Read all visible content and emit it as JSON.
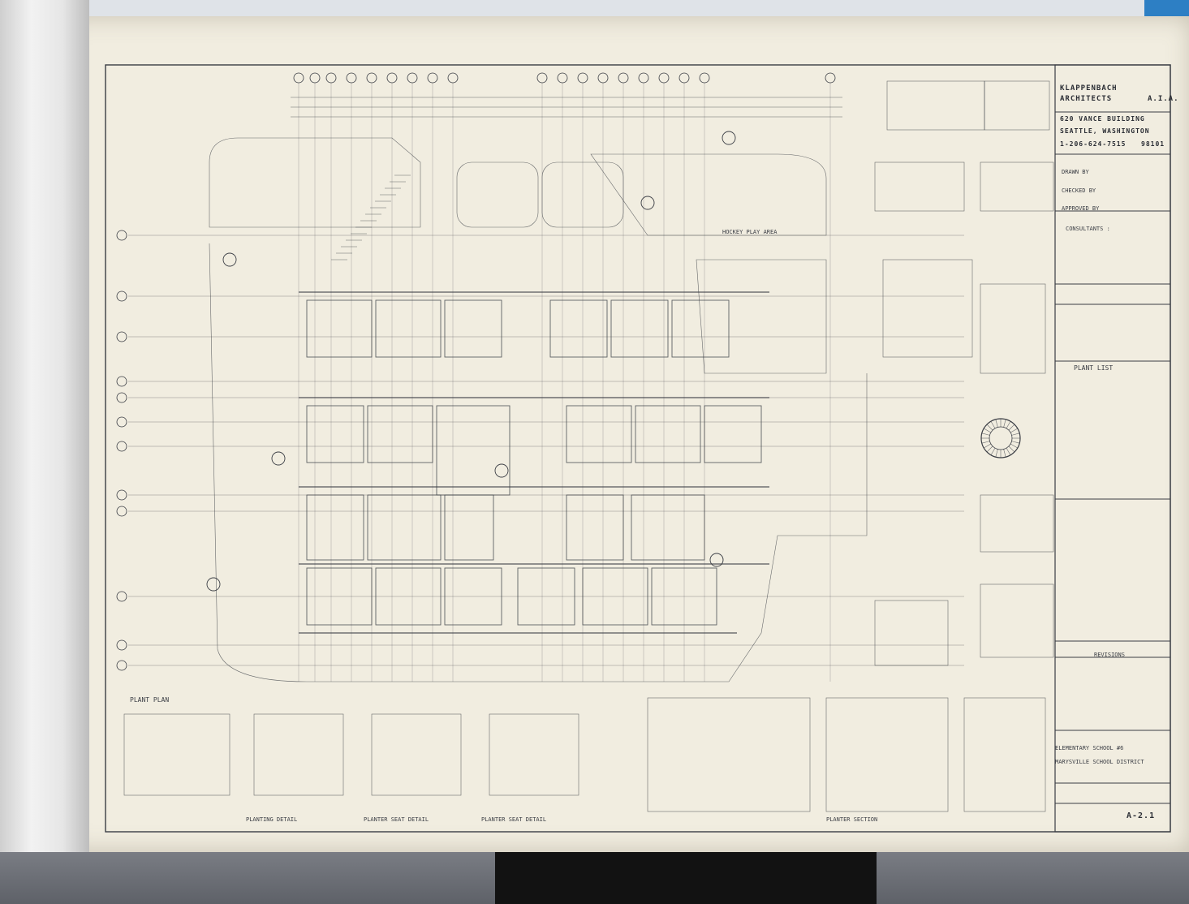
{
  "title_block": {
    "firm_line1": "KLAPPENBACH",
    "firm_line2": "ARCHITECTS",
    "firm_suffix": "A.I.A.",
    "address_line1": "620 VANCE BUILDING",
    "address_line2": "SEATTLE, WASHINGTON",
    "phone": "1-206-624-7515",
    "zip": "98101",
    "drawn_by": "DRAWN BY",
    "checked_by": "CHECKED BY",
    "approved_by": "APPROVED BY",
    "consultants": "CONSULTANTS :",
    "plant_list": "PLANT LIST",
    "revisions": "REVISIONS",
    "project_line1": "ELEMENTARY SCHOOL #6",
    "project_line2": "MARYSVILLE SCHOOL DISTRICT",
    "sheet_number": "A-2.1"
  },
  "drawing_labels": {
    "plan_title": "PLANT PLAN",
    "planting_detail": "PLANTING DETAIL",
    "planter_seat_detail_1": "PLANTER SEAT DETAIL",
    "planter_seat_detail_2": "PLANTER SEAT DETAIL",
    "planter_section": "PLANTER SECTION",
    "play_area": "HOCKEY PLAY AREA"
  },
  "colors": {
    "paper": "#f1ede0",
    "ink": "#3a3d44",
    "table_cloth": "#4a4a4a",
    "wall_blue": "#2d7fc4"
  }
}
